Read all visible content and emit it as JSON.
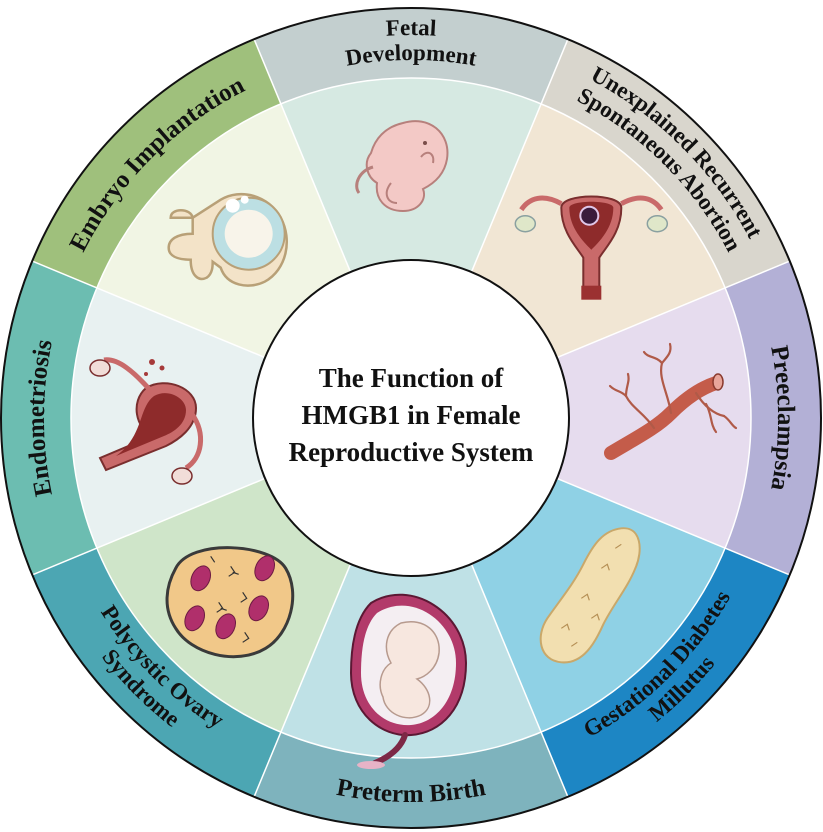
{
  "center": {
    "lines": [
      "The Function of",
      "HMGB1 in Female",
      "Reproductive System"
    ]
  },
  "segments": [
    {
      "id": "fetal-development",
      "label_lines": [
        "Fetal",
        "Development"
      ],
      "outer_color": "#c3cfcf",
      "inner_color": "#d6e9e2",
      "illustration": "fetus"
    },
    {
      "id": "unexplained-recurrent-spontaneous-abortion",
      "label_lines": [
        "Unexplained Recurrent",
        "Spontaneous Abortion"
      ],
      "outer_color": "#d9d6cd",
      "inner_color": "#f1e6d4",
      "illustration": "uterus-with-embryo"
    },
    {
      "id": "preeclampsia",
      "label_lines": [
        "Preeclampsia"
      ],
      "outer_color": "#b3b0d6",
      "inner_color": "#e6dcee",
      "illustration": "spiral-artery"
    },
    {
      "id": "gestational-diabetes-millutus",
      "label_lines": [
        "Gestational Diabetes",
        "Millutus"
      ],
      "outer_color": "#1d86c4",
      "inner_color": "#8fd1e5",
      "illustration": "pancreas"
    },
    {
      "id": "preterm-birth",
      "label_lines": [
        "Preterm Birth"
      ],
      "outer_color": "#7eb3bd",
      "inner_color": "#bfe1e6",
      "illustration": "fetus-in-womb"
    },
    {
      "id": "polycystic-ovary-syndrome",
      "label_lines": [
        "Polycystic Ovary",
        "Syndrome"
      ],
      "outer_color": "#4ca6b3",
      "inner_color": "#cfe5c9",
      "illustration": "polycystic-ovary"
    },
    {
      "id": "endometriosis",
      "label_lines": [
        "Endometriosis"
      ],
      "outer_color": "#6cbdb1",
      "inner_color": "#e8f1f1",
      "illustration": "uterus"
    },
    {
      "id": "embryo-implantation",
      "label_lines": [
        "Embryo Implantation"
      ],
      "outer_color": "#9fc07c",
      "inner_color": "#f1f5e4",
      "illustration": "blastocyst"
    }
  ]
}
